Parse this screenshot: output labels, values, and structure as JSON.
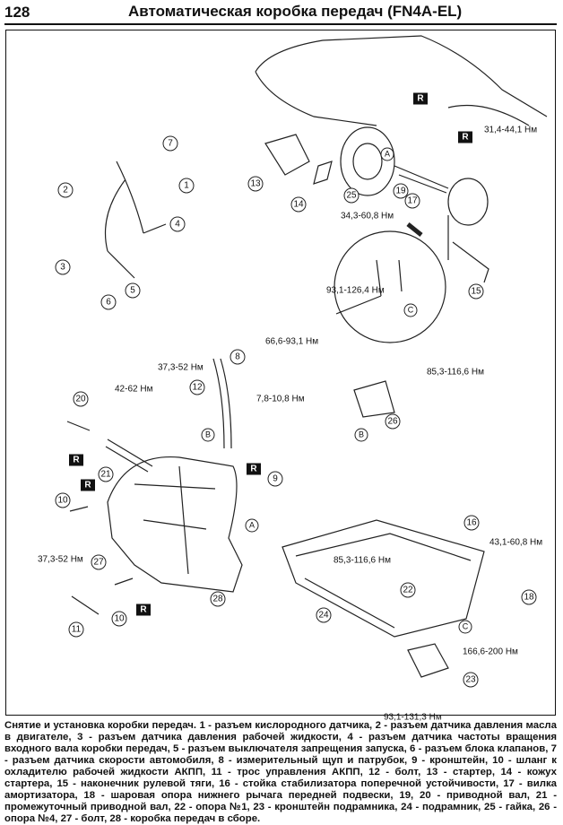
{
  "header": {
    "page_number": "128",
    "title": "Автоматическая коробка передач (FN4A-EL)"
  },
  "diagram": {
    "callouts": [
      "7",
      "1",
      "2",
      "4",
      "3",
      "5",
      "6",
      "13",
      "14",
      "25",
      "19",
      "17",
      "15",
      "20",
      "12",
      "8",
      "21",
      "10",
      "10",
      "11",
      "27",
      "28",
      "9",
      "16",
      "22",
      "24",
      "18",
      "23",
      "26"
    ],
    "torques": [
      "31,4-44,1 Нм",
      "34,3-60,8 Нм",
      "93,1-126,4 Нм",
      "66,6-93,1 Нм",
      "85,3-116,6 Нм",
      "37,3-52 Нм",
      "42-62 Нм",
      "7,8-10,8 Нм",
      "37,3-52 Нм",
      "85,3-116,6 Нм",
      "43,1-60,8 Нм",
      "166,6-200 Нм",
      "93,1-131,3 Нм"
    ],
    "replace_badge": "R",
    "letters": [
      "A",
      "C",
      "B",
      "B",
      "A",
      "C"
    ]
  },
  "caption": "Снятие и установка коробки передач. 1 - разъем кислородного датчика, 2 - разъем датчика давления масла в двигателе, 3 - разъем датчика давления рабочей жидкости, 4 - разъем датчика частоты вращения входного вала коробки передач, 5 - разъем выключателя запрещения запуска, 6 - разъем блока клапанов, 7 - разъем датчика скорости автомобиля, 8 - измерительный щуп и патрубок, 9 - кронштейн, 10 - шланг к охладителю рабочей жидкости АКПП, 11 - трос управления АКПП, 12 - болт, 13 - стартер, 14 - кожух стартера, 15 - наконечник рулевой тяги, 16 - стойка стабилизатора поперечной устойчивости, 17 - вилка амортизатора, 18 - шаровая опора нижнего рычага передней подвески, 19, 20 - приводной вал, 21 - промежуточный приводной вал, 22 - опора №1, 23 - кронштейн подрамника, 24 - подрамник, 25 - гайка, 26 - опора №4, 27 - болт, 28 - коробка передач в сборе."
}
